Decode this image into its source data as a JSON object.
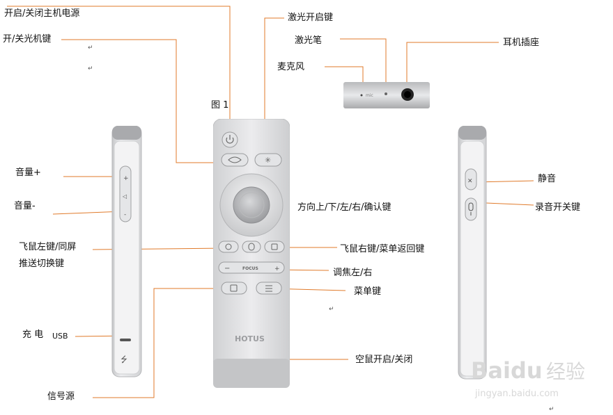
{
  "labels": {
    "power_host": "开启/关闭主机电源",
    "power_remote": "开/关光机键",
    "laser_on": "激光开启键",
    "laser_pen": "激光笔",
    "earphone": "耳机插座",
    "mic": "麦克风",
    "figure": "图 1",
    "volume_up": "音量+",
    "volume_down": "音量-",
    "mute": "静音",
    "record": "录音开关键",
    "dpad": "方向上/下/左/右/确认键",
    "air_left": "飞鼠左键/同屏",
    "air_left_2": "推送切换键",
    "air_right": "飞鼠右键/菜单返回键",
    "focus": "调焦左/右",
    "menu": "菜单键",
    "charge": "充 电",
    "usb": "USB",
    "air_mouse": "空鼠开启/关闭",
    "source": "信号源"
  },
  "remote": {
    "focus_text": "FOCUS",
    "brand": "HOTUS",
    "mic_text": "mic"
  },
  "watermark": {
    "brand": "Baidu",
    "cn": "经验",
    "url": "jingyan.baidu.com"
  },
  "colors": {
    "leader": "#e07a2a",
    "body": "#c9cacc",
    "face": "#e9eaec",
    "button": "#e3e4e6"
  }
}
